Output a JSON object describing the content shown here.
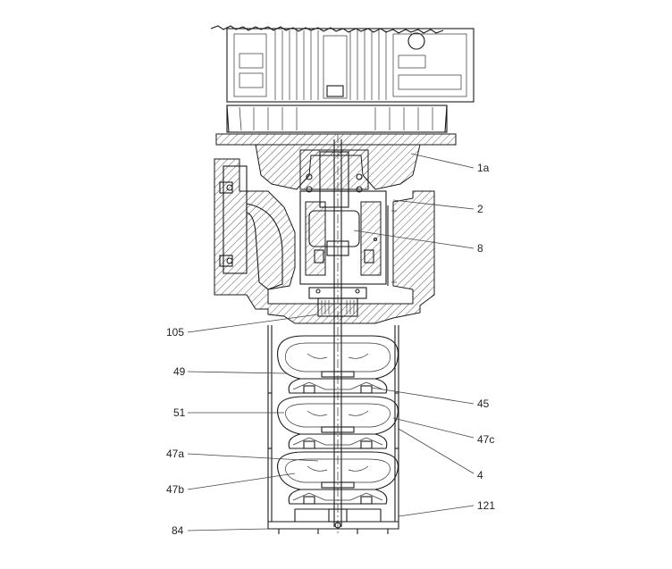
{
  "labels": {
    "l1a": "1a",
    "l2": "2",
    "l8": "8",
    "l105": "105",
    "l49": "49",
    "l45": "45",
    "l51": "51",
    "l47c": "47c",
    "l47a": "47a",
    "l4": "4",
    "l47b": "47b",
    "l121": "121",
    "l84": "84"
  }
}
